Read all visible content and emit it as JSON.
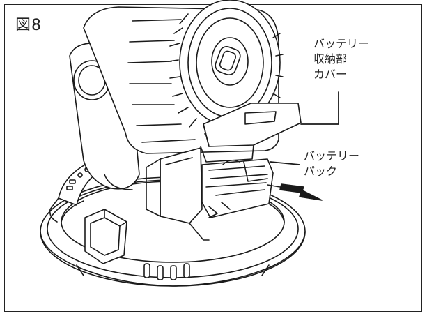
{
  "figure": {
    "label": "図8"
  },
  "callouts": {
    "cover": [
      "バッテリー",
      "収納部",
      "カバー"
    ],
    "battery": [
      "バッテリー",
      "パック"
    ]
  }
}
